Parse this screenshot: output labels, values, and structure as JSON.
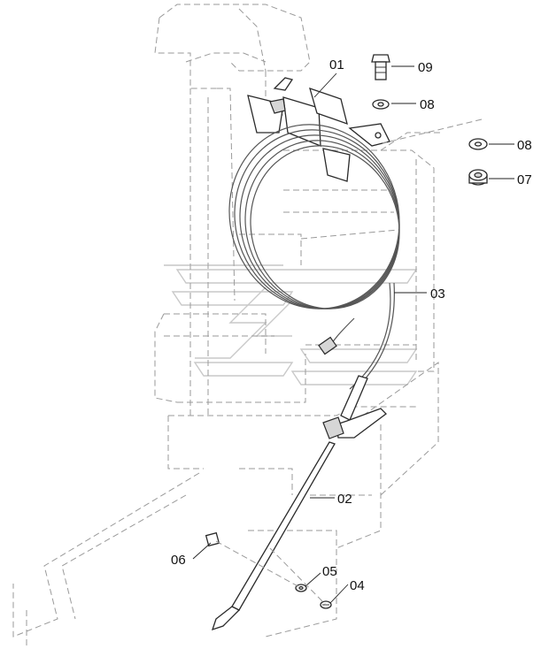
{
  "callouts": [
    {
      "id": "01",
      "text": "01"
    },
    {
      "id": "09",
      "text": "09"
    },
    {
      "id": "08a",
      "text": "08"
    },
    {
      "id": "08b",
      "text": "08"
    },
    {
      "id": "07",
      "text": "07"
    },
    {
      "id": "03",
      "text": "03"
    },
    {
      "id": "02",
      "text": "02"
    },
    {
      "id": "06",
      "text": "06"
    },
    {
      "id": "05",
      "text": "05"
    },
    {
      "id": "04",
      "text": "04"
    }
  ]
}
